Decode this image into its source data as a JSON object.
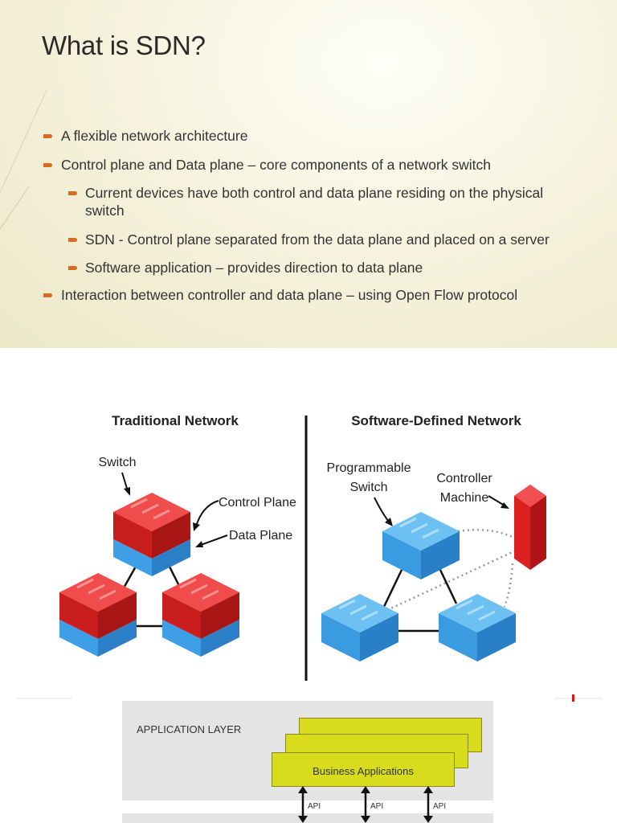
{
  "slide": {
    "title": "What is SDN?",
    "bullets": [
      {
        "level": 1,
        "text": "A flexible network architecture"
      },
      {
        "level": 1,
        "text": "Control plane and Data plane – core components of a network switch"
      },
      {
        "level": 2,
        "text": "Current devices have both control and data plane residing on the physical switch"
      },
      {
        "level": 2,
        "text": "SDN - Control plane separated from the data plane and placed on a server"
      },
      {
        "level": 2,
        "text": "Software application – provides direction to data plane"
      },
      {
        "level": 1,
        "text": "Interaction between controller and data plane – using Open Flow protocol"
      }
    ],
    "accent_color": "#d86b1f"
  },
  "network_figure": {
    "traditional": {
      "title": "Traditional Network",
      "switch_label": "Switch",
      "control_plane_label": "Control Plane",
      "data_plane_label": "Data Plane"
    },
    "sdn": {
      "title": "Software-Defined Network",
      "programmable_switch_label": [
        "Programmable",
        "Switch"
      ],
      "controller_label": [
        "Controller",
        "Machine"
      ]
    },
    "colors": {
      "control": "#e02a2a",
      "data": "#3a9be0",
      "controller": "#dc2020"
    }
  },
  "architecture": {
    "application_layer_label": "APPLICATION LAYER",
    "business_apps_label": "Business Applications",
    "api_labels": [
      "API",
      "API",
      "API"
    ],
    "app_box_color": "#d8dc1c"
  }
}
